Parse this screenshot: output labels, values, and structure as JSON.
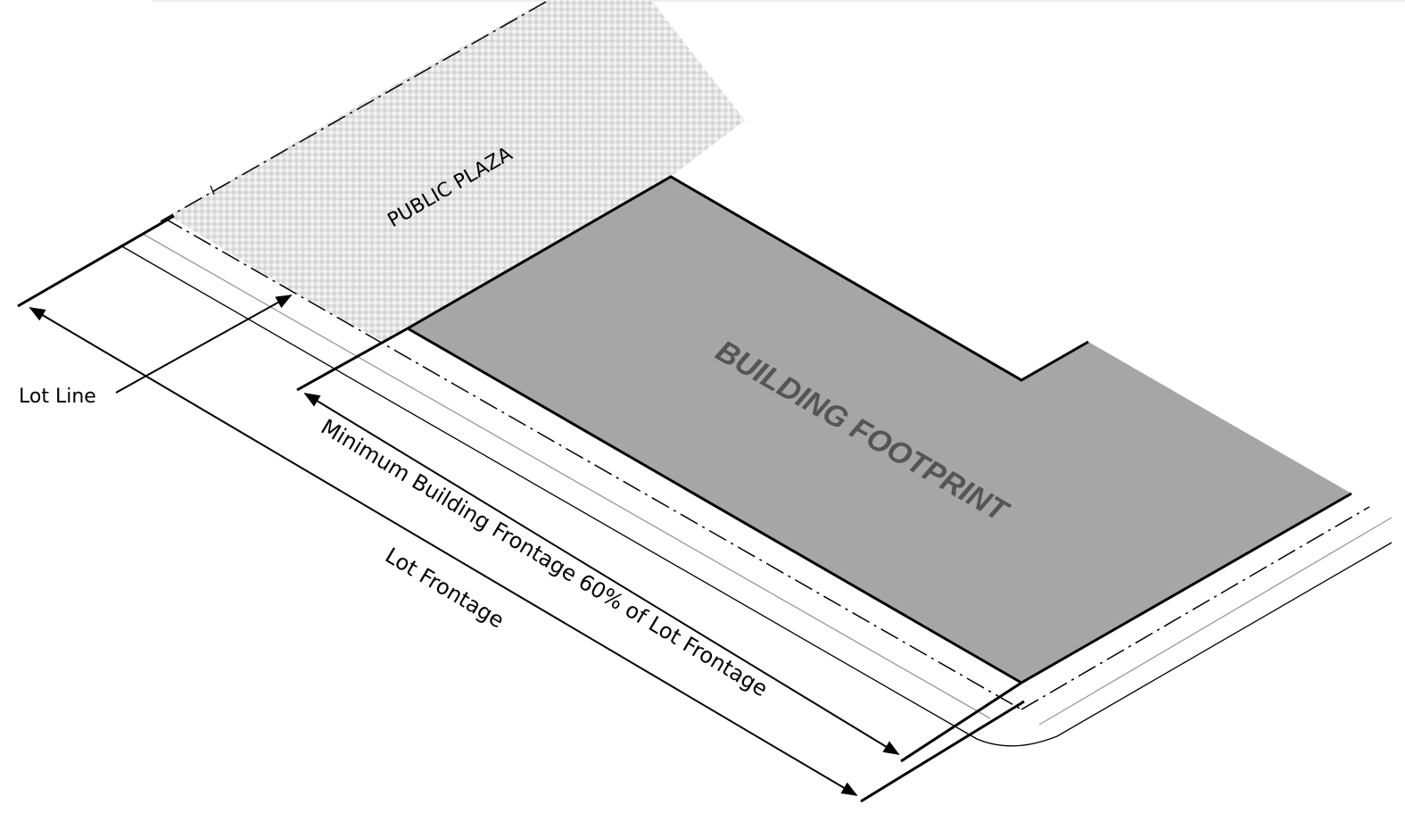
{
  "labels": {
    "public_plaza": "PUBLIC PLAZA",
    "building_footprint": "BUILDING FOOTPRINT",
    "lot_line": "Lot Line",
    "minimum_building_frontage": "Minimum Building Frontage 60% of Lot Frontage",
    "lot_frontage": "Lot Frontage"
  },
  "colors": {
    "building_fill": "#a6a6a6",
    "plaza_fill": "#d9d9d9",
    "line": "#000000",
    "sidewalk_line": "#999999",
    "text_on_building": "#555555"
  }
}
